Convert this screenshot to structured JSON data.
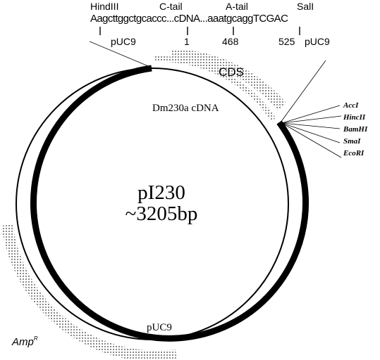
{
  "plasmid": {
    "name": "pI230",
    "size": "~3205bp",
    "insert_label": "Dm230a cDNA",
    "cds_label": "CDS",
    "vector_label_bottom": "pUC9",
    "amp_label": "Amp",
    "amp_superscript": "R"
  },
  "sequence": {
    "headers": {
      "hindiii": "HindIII",
      "ctail": "C-tail",
      "atail": "A-tail",
      "sali": "SalI"
    },
    "parts": {
      "seg1": "Aagcttggctgcaccc",
      "seg2": "...cDNA...",
      "seg3": "aaatgcaggTCGAC"
    },
    "positions": {
      "puc9_left": "pUC9",
      "p1": "1",
      "p468": "468",
      "p525": "525",
      "puc9_right": "pUC9"
    }
  },
  "restriction_sites": [
    "AccI",
    "HincII",
    "BamHI",
    "SmaI",
    "EcoRI"
  ],
  "colors": {
    "ink": "#000000",
    "background": "#ffffff",
    "hatch": "#8a8a8a"
  }
}
